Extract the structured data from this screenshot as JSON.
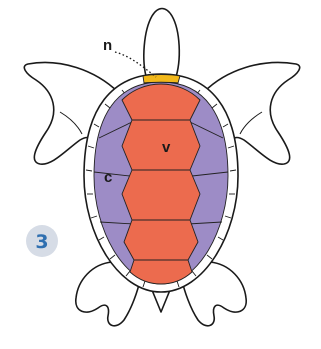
{
  "labels": {
    "nuchal": "n",
    "vertebral": "v",
    "costal": "c"
  },
  "badge": {
    "number": "3"
  },
  "colors": {
    "vertebral_scutes": "#ec6b4e",
    "costal_scutes": "#9d8cc6",
    "nuchal_scute": "#f2b81a",
    "badge_fill": "#d6dce6",
    "badge_text": "#2f6fb0",
    "outline": "#1a1a1a"
  }
}
